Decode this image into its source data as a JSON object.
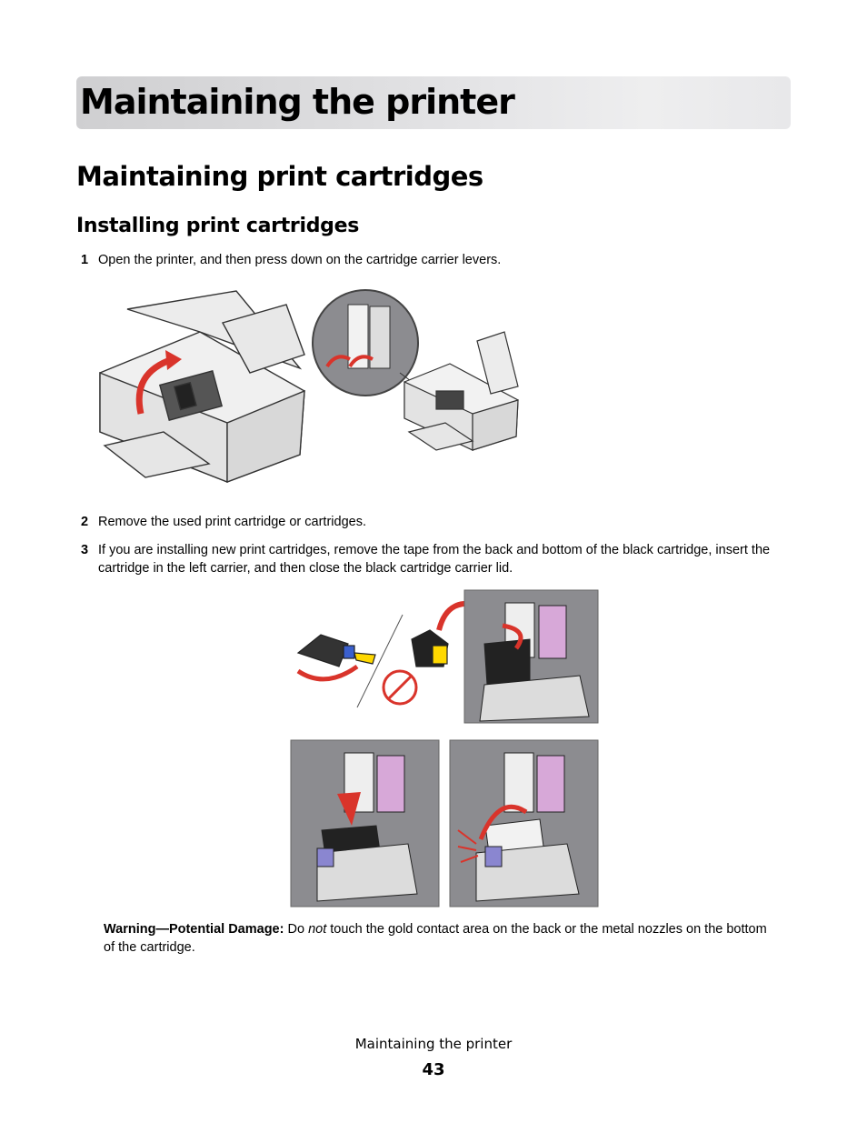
{
  "chapter": {
    "title": "Maintaining the printer"
  },
  "section": {
    "title": "Maintaining print cartridges"
  },
  "subsection": {
    "title": "Installing print cartridges"
  },
  "steps": [
    {
      "number": "1",
      "text": "Open the printer, and then press down on the cartridge carrier levers."
    },
    {
      "number": "2",
      "text": "Remove the used print cartridge or cartridges."
    },
    {
      "number": "3",
      "text": "If you are installing new print cartridges, remove the tape from the back and bottom of the black cartridge, insert the cartridge in the left carrier, and then close the black cartridge carrier lid."
    }
  ],
  "warning": {
    "label": "Warning—Potential Damage:",
    "text_before": " Do ",
    "emphasis": "not",
    "text_after": " touch the gold contact area on the back or the metal nozzles on the bottom of the cartridge."
  },
  "footer": {
    "title": "Maintaining the printer",
    "page_number": "43"
  },
  "colors": {
    "accent_arrow": "#d9342b",
    "banner": "#dcdcde",
    "panel_gray": "#8c8c90"
  }
}
